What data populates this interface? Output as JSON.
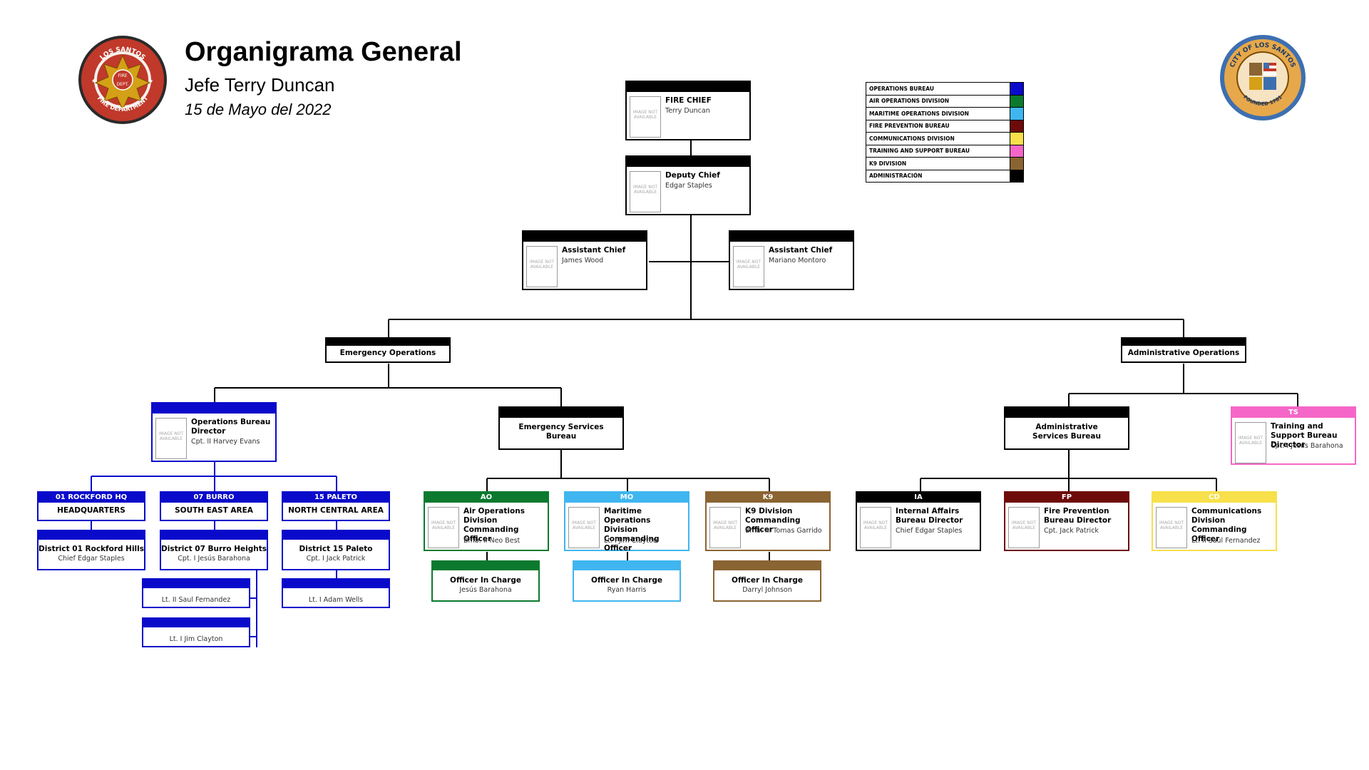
{
  "header": {
    "title": "Organigrama General",
    "subtitle": "Jefe Terry Duncan",
    "date": "15 de Mayo del 2022"
  },
  "logos": {
    "left": {
      "top_text": "LOS SANTOS",
      "center_text": "FIRE",
      "center_text2": "DEPT.",
      "bottom_text": "FIRE DEPARTMENT"
    },
    "right": {
      "top_text": "CITY OF LOS SANTOS",
      "bottom_text": "FOUNDED 1781"
    }
  },
  "placeholder": "IMAGE NOT AVAILABLE",
  "legend": [
    {
      "label": "OPERATIONS BUREAU",
      "color": "#0a0acb"
    },
    {
      "label": "AIR OPERATIONS DIVISION",
      "color": "#0b7a2e"
    },
    {
      "label": "MARITIME OPERATIONS DIVISION",
      "color": "#3fb6f0"
    },
    {
      "label": "FIRE PREVENTION BUREAU",
      "color": "#6e0a0a"
    },
    {
      "label": "COMMUNICATIONS DIVISION",
      "color": "#f7e04a"
    },
    {
      "label": "TRAINING AND SUPPORT BUREAU",
      "color": "#f566c8"
    },
    {
      "label": "K9 DIVISION",
      "color": "#8a6432"
    },
    {
      "label": "ADMINISTRACIÓN",
      "color": "#000000"
    }
  ],
  "command": {
    "fire_chief": {
      "role": "FIRE CHIEF",
      "name": "Terry Duncan"
    },
    "deputy_chief": {
      "role": "Deputy Chief",
      "name": "Edgar Staples"
    },
    "assistant_left": {
      "role": "Assistant Chief",
      "name": "James Wood"
    },
    "assistant_right": {
      "role": "Assistant Chief",
      "name": "Mariano Montoro"
    }
  },
  "branches": {
    "emergency": "Emergency Operations",
    "administrative": "Administrative Operations"
  },
  "operations": {
    "director": {
      "role": "Operations Bureau Director",
      "name": "Cpt. II Harvey Evans"
    },
    "districts": [
      {
        "code": "01 ROCKFORD HQ",
        "area": "HEADQUARTERS",
        "district": "District 01 Rockford Hills",
        "officer": "Chief Edgar Staples"
      },
      {
        "code": "07 BURRO",
        "area": "SOUTH EAST AREA",
        "district": "District 07 Burro Heights",
        "officer": "Cpt. I Jesús Barahona"
      },
      {
        "code": "15 PALETO",
        "area": "NORTH CENTRAL AREA",
        "district": "District 15 Paleto",
        "officer": "Cpt. I Jack Patrick"
      }
    ],
    "lieutenants_07": [
      "Lt. II Saul Fernandez",
      "Lt. I Jim Clayton"
    ],
    "lieutenants_15": [
      "Lt. I Adam Wells"
    ]
  },
  "emergency_services": {
    "title": "Emergency Services Bureau",
    "divisions": [
      {
        "code": "AO",
        "role": "Air Operations Division Commanding Officer",
        "name": "Bmb. II Neo Best",
        "oic_title": "Officer In Charge",
        "oic_name": "Jesús Barahona"
      },
      {
        "code": "MO",
        "role": "Maritime Operations Division Commanding Officer",
        "name": "Lt. I Jim Clayton",
        "oic_title": "Officer In Charge",
        "oic_name": "Ryan Harris"
      },
      {
        "code": "K9",
        "role": "K9 Division Commanding Officer",
        "name": "Bmb. III Tomas Garrido",
        "oic_title": "Officer In Charge",
        "oic_name": "Darryl Johnson"
      }
    ]
  },
  "administrative_services": {
    "title": "Administrative Services Bureau",
    "divisions": [
      {
        "code": "IA",
        "role": "Internal Affairs Bureau Director",
        "name": "Chief Edgar Staples"
      },
      {
        "code": "FP",
        "role": "Fire Prevention Bureau Director",
        "name": "Cpt. Jack Patrick"
      },
      {
        "code": "CD",
        "role": "Communications Division Commanding Officer",
        "name": "Lt. II Saul Fernandez"
      }
    ]
  },
  "training_support": {
    "code": "TS",
    "role": "Training and Support Bureau Director",
    "name": "Cpt. I Jesús Barahona"
  }
}
